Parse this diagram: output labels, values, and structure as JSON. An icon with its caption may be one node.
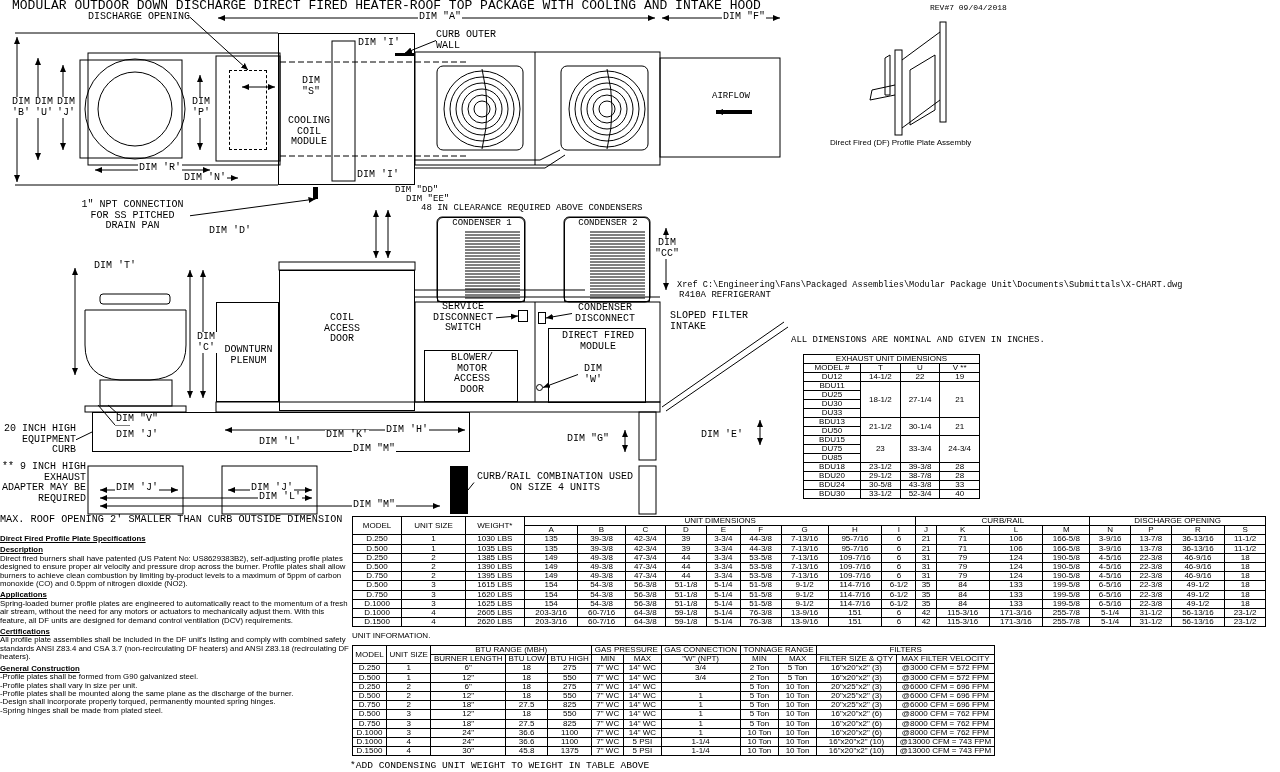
{
  "diagram": {
    "title": "MODULAR OUTDOOR DOWN DISCHARGE DIRECT FIRED HEATER-ROOF TOP PACKAGE WITH COOLING AND INTAKE HOOD",
    "nodes": [
      {
        "text": [
          "DISCHARGE OPENING"
        ]
      },
      {
        "text": [
          "CURB OUTER WALL"
        ]
      },
      {
        "text": [
          "COOLING COIL MODULE"
        ]
      },
      {
        "text": [
          "1\" NPT CONNECTION FOR SS PITCHED DRAIN PAN"
        ]
      },
      {
        "text": [
          "CONDENSER 1"
        ]
      },
      {
        "text": [
          "CONDENSER 2"
        ]
      },
      {
        "text": [
          "COIL ACCESS DOOR"
        ]
      },
      {
        "text": [
          "DOWNTURN PLENUM"
        ]
      },
      {
        "text": [
          "SERVICE DISCONNECT SWITCH"
        ]
      },
      {
        "text": [
          "BLOWER/ MOTOR ACCESS DOOR"
        ]
      },
      {
        "text": [
          "CONDENSER DISCONNECT"
        ]
      },
      {
        "text": [
          "DIRECT FIRED MODULE"
        ]
      },
      {
        "text": [
          "DIM 'W'"
        ],
        "in": 11
      },
      {
        "text": [
          "20 INCH HIGH EQUIPMENT CURB"
        ]
      },
      {
        "text": [
          "CURB/RAIL COMBINATION USED ON SIZE 4 UNITS"
        ]
      },
      {
        "text": [],
        "shape": "box"
      },
      {
        "text": [],
        "shape": "bar",
        "in": 2
      },
      {
        "text": [],
        "shape": "bar"
      },
      {
        "text": [],
        "shape": "box"
      },
      {
        "text": [],
        "shape": "box"
      },
      {
        "text": [],
        "shape": "circle"
      },
      {
        "text": [],
        "shape": "box"
      },
      {
        "text": [],
        "shape": "bar"
      }
    ],
    "edges": [
      {
        "from": 0,
        "to": 15,
        "arrow": "to"
      },
      {
        "from": 1,
        "to": 16,
        "arrow": "to"
      },
      {
        "from": 3,
        "to": 17,
        "arrow": "to"
      },
      {
        "from": 8,
        "to": 18,
        "arrow": "to"
      },
      {
        "from": 10,
        "to": 19,
        "arrow": "to"
      },
      {
        "from": 12,
        "to": 20,
        "arrow": "to"
      },
      {
        "from": 13,
        "to": 21,
        "arrow": "none"
      },
      {
        "from": 14,
        "to": 22,
        "arrow": "none"
      }
    ],
    "labels": [
      "REV#7 09/04/2018",
      "DIM \"A\"",
      "DIM \"F\"",
      "DIM 'I'",
      "DIM 'B'",
      "DIM 'U'",
      "DIM 'J'",
      "DIM \"S\"",
      "DIM 'P'",
      "AIRFLOW",
      "DIM 'R'",
      "DIM 'N'",
      "DIM 'I'",
      "Direct Fired (DF) Profile Plate Assembly",
      "DIM \"DD\"",
      "DIM \"EE\"",
      "48 IN CLEARANCE REQUIRED ABOVE CONDENSERS",
      "DIM 'D'",
      "DIM \"CC\"",
      "DIM 'T'",
      "Xref C:\\Engineering\\Fans\\Packaged Assemblies\\Modular Package Unit\\Documents\\Submittals\\X-CHART.dwg",
      "R410A REFRIGERANT",
      "SLOPED FILTER INTAKE",
      "DIM 'C'",
      "ALL DIMENSIONS ARE NOMINAL AND GIVEN IN INCHES.",
      "EXHAUST UNIT DIMENSIONS",
      "MODEL #",
      "T",
      "U",
      "V **",
      "DU12",
      "14-1/2",
      "22",
      "19",
      "BDU11",
      "DU25",
      "18-1/2",
      "27-1/4",
      "21",
      "DU30",
      "DU33",
      "BDU13",
      "21-1/2",
      "30-1/4",
      "21",
      "DU50",
      "BDU15",
      "DU75",
      "23",
      "33-3/4",
      "24-3/4",
      "DU85",
      "BDU18",
      "23-1/2",
      "39-3/8",
      "28",
      "BDU20",
      "29-1/2",
      "38-7/8",
      "28",
      "BDU24",
      "30-5/8",
      "43-3/8",
      "33",
      "BDU30",
      "33-1/2",
      "52-3/4",
      "40",
      "DIM \"V\"",
      "DIM 'H'",
      "DIM 'J'",
      "DIM 'K'",
      "DIM 'L'",
      "DIM \"G\"",
      "DIM 'E'",
      "DIM \"M\"",
      "** 9 INCH HIGH EXHAUST ADAPTER MAY BE REQUIRED",
      "DIM 'J'",
      "DIM 'J'",
      "DIM 'L'",
      "DIM \"M\"",
      "MAX. ROOF OPENING 2' SMALLER THAN CURB OUTSIDE DIMENSION",
      "Direct Fired Profile Plate Specifications",
      "Description",
      "Direct fired burners shall have patented (US Patent No: US8629383B2), self-adjusting profile plates designed to ensure proper air velocity and pressure drop across the burner. Profile plates shall allow burners to achieve clean combustion by limiting by-product levels to a maximum of 5ppm of carbon monoxide (CO) and 0.5ppm of nitrogen dioxide (NO2).",
      "Applications",
      "Spring-loaded burner profile plates are engineered to automatically react to the momentum of a fresh air stream, without the need for any motors or actuators to mechanically adjust them. With this feature, all DF units are designed for demand control ventilation (DCV) requirements.",
      "Certifications",
      "All profile plate assemblies shall be included in the DF unit's listing and comply with combined safety standards ANSI Z83.4 and CSA 3.7 (non-recirculating DF heaters) and ANSI Z83.18 (recirculating DF heaters).",
      "General Construction",
      "-Profile plates shall be formed from G90 galvanized steel.",
      "-Profile plates shall vary in size per unit.",
      "-Profile plates shall be mounted along the same plane as the discharge of the burner.",
      "-Design shall incorporate properly torqued, permanently mounted spring hinges.",
      "-Spring hinges shall be made from plated steel.",
      "MODEL",
      "UNIT SIZE",
      "WEIGHT*",
      "UNIT DIMENSIONS",
      "CURB/RAIL",
      "DISCHARGE OPENING",
      "A",
      "B",
      "C",
      "D",
      "E",
      "F",
      "G",
      "H",
      "I",
      "J",
      "K",
      "L",
      "M",
      "N",
      "P",
      "R",
      "S",
      "D.250",
      "1",
      "1030 LBS",
      "135",
      "39-3/8",
      "42-3/4",
      "39",
      "3-3/4",
      "44-3/8",
      "7-13/16",
      "95-7/16",
      "6",
      "21",
      "71",
      "106",
      "166-5/8",
      "3-9/16",
      "13-7/8",
      "36-13/16",
      "11-1/2",
      "D.500",
      "1",
      "1035 LBS",
      "135",
      "39-3/8",
      "42-3/4",
      "39",
      "3-3/4",
      "44-3/8",
      "7-13/16",
      "95-7/16",
      "6",
      "21",
      "71",
      "106",
      "166-5/8",
      "3-9/16",
      "13-7/8",
      "36-13/16",
      "11-1/2",
      "D.250",
      "2",
      "1385 LBS",
      "149",
      "49-3/8",
      "47-3/4",
      "44",
      "3-3/4",
      "53-5/8",
      "7-13/16",
      "109-7/16",
      "6",
      "31",
      "79",
      "124",
      "190-5/8",
      "4-5/16",
      "22-3/8",
      "46-9/16",
      "18",
      "D.500",
      "2",
      "1390 LBS",
      "149",
      "49-3/8",
      "47-3/4",
      "44",
      "3-3/4",
      "53-5/8",
      "7-13/16",
      "109-7/16",
      "6",
      "31",
      "79",
      "124",
      "190-5/8",
      "4-5/16",
      "22-3/8",
      "46-9/16",
      "18",
      "D.750",
      "2",
      "1395 LBS",
      "149",
      "49-3/8",
      "47-3/4",
      "44",
      "3-3/4",
      "53-5/8",
      "7-13/16",
      "109-7/16",
      "6",
      "31",
      "79",
      "124",
      "190-5/8",
      "4-5/16",
      "22-3/8",
      "46-9/16",
      "18",
      "D.500",
      "3",
      "1615 LBS",
      "154",
      "54-3/8",
      "56-3/8",
      "51-1/8",
      "5-1/4",
      "51-5/8",
      "9-1/2",
      "114-7/16",
      "6-1/2",
      "35",
      "84",
      "133",
      "199-5/8",
      "6-5/16",
      "22-3/8",
      "49-1/2",
      "18",
      "D.750",
      "3",
      "1620 LBS",
      "154",
      "54-3/8",
      "56-3/8",
      "51-1/8",
      "5-1/4",
      "51-5/8",
      "9-1/2",
      "114-7/16",
      "6-1/2",
      "35",
      "84",
      "133",
      "199-5/8",
      "6-5/16",
      "22-3/8",
      "49-1/2",
      "18",
      "D.1000",
      "3",
      "1625 LBS",
      "154",
      "54-3/8",
      "56-3/8",
      "51-1/8",
      "5-1/4",
      "51-5/8",
      "9-1/2",
      "114-7/16",
      "6-1/2",
      "35",
      "84",
      "133",
      "199-5/8",
      "6-5/16",
      "22-3/8",
      "49-1/2",
      "18",
      "D.1000",
      "4",
      "2605 LBS",
      "203-3/16",
      "60-7/16",
      "64-3/8",
      "59-1/8",
      "5-1/4",
      "76-3/8",
      "13-9/16",
      "151",
      "6",
      "42",
      "115-3/16",
      "171-3/16",
      "255-7/8",
      "5-1/4",
      "31-1/2",
      "56-13/16",
      "23-1/2",
      "D.1500",
      "4",
      "2620 LBS",
      "203-3/16",
      "60-7/16",
      "64-3/8",
      "59-1/8",
      "5-1/4",
      "76-3/8",
      "13-9/16",
      "151",
      "6",
      "42",
      "115-3/16",
      "171-3/16",
      "255-7/8",
      "5-1/4",
      "31-1/2",
      "56-13/16",
      "23-1/2",
      "UNIT INFORMATION.",
      "MODEL",
      "UNIT SIZE",
      "BTU RANGE (MBH)",
      "GAS PRESSURE",
      "GAS CONNECTION",
      "TONNAGE RANGE",
      "FILTERS",
      "BURNER LENGTH",
      "BTU LOW",
      "BTU HIGH",
      "MIN",
      "MAX",
      "\"W\" (NPT)",
      "MIN",
      "MAX",
      "FILTER SIZE & QTY",
      "MAX FILTER VELOCITY",
      "D.250",
      "1",
      "6\"",
      "18",
      "275",
      "7\" WC",
      "14\" WC",
      "3/4",
      "2 Ton",
      "5 Ton",
      "16\"x20\"x2\" (3)",
      "@3000 CFM = 572 FPM",
      "D.500",
      "1",
      "12\"",
      "18",
      "550",
      "7\" WC",
      "14\" WC",
      "3/4",
      "2 Ton",
      "5 Ton",
      "16\"x20\"x2\" (3)",
      "@3000 CFM = 572 FPM",
      "D.250",
      "2",
      "6\"",
      "18",
      "275",
      "7\" WC",
      "14\" WC",
      "5 Ton",
      "10 Ton",
      "20\"x25\"x2\" (3)",
      "@6000 CFM = 696 FPM",
      "D.500",
      "2",
      "12\"",
      "18",
      "550",
      "7\" WC",
      "14\" WC",
      "1",
      "5 Ton",
      "10 Ton",
      "20\"x25\"x2\" (3)",
      "@6000 CFM = 696 FPM",
      "D.750",
      "2",
      "18\"",
      "27.5",
      "825",
      "7\" WC",
      "14\" WC",
      "1",
      "5 Ton",
      "10 Ton",
      "20\"x25\"x2\" (3)",
      "@6000 CFM = 696 FPM",
      "D.500",
      "3",
      "12\"",
      "18",
      "550",
      "7\" WC",
      "14\" WC",
      "1",
      "5 Ton",
      "10 Ton",
      "16\"x20\"x2\" (6)",
      "@8000 CFM = 762 FPM",
      "D.750",
      "3",
      "18\"",
      "27.5",
      "825",
      "7\" WC",
      "14\" WC",
      "1",
      "5 Ton",
      "10 Ton",
      "16\"x20\"x2\" (6)",
      "@8000 CFM = 762 FPM",
      "D.1000",
      "3",
      "24\"",
      "36.6",
      "1100",
      "7\" WC",
      "14\" WC",
      "1",
      "10 Ton",
      "10 Ton",
      "16\"x20\"x2\" (6)",
      "@8000 CFM = 762 FPM",
      "D.1000",
      "4",
      "24\"",
      "36.6",
      "1100",
      "7\" WC",
      "5 PSI",
      "1-1/4",
      "10 Ton",
      "10 Ton",
      "16\"x20\"x2\" (10)",
      "@13000 CFM = 743 FPM",
      "D.1500",
      "4",
      "30\"",
      "45.8",
      "1375",
      "7\" WC",
      "5 PSI",
      "1-1/4",
      "10 Ton",
      "10 Ton",
      "16\"x20\"x2\" (10)",
      "@13000 CFM = 743 FPM",
      "*ADD CONDENSING UNIT WEIGHT TO WEIGHT IN TABLE ABOVE"
    ]
  }
}
